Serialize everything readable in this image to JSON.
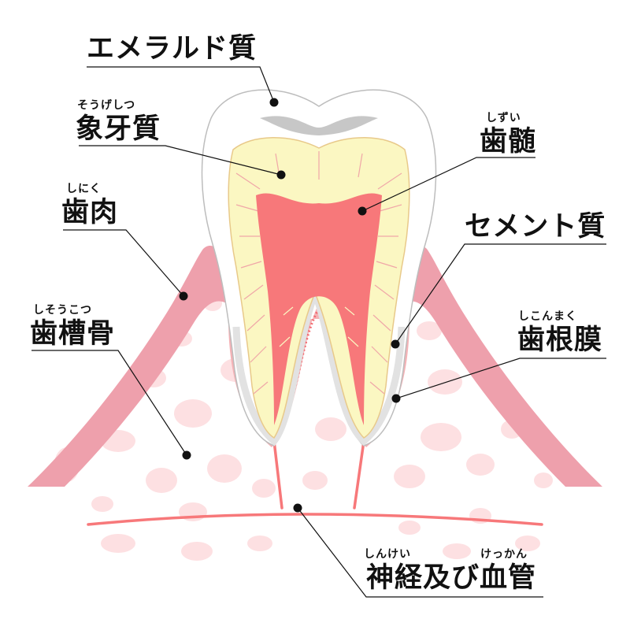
{
  "labels": {
    "enamel": {
      "text": "エメラルド質"
    },
    "dentin": {
      "ruby": "そうげしつ",
      "text": "象牙質"
    },
    "pulp": {
      "ruby": "しずい",
      "text": "歯髄"
    },
    "gingiva": {
      "ruby": "しにく",
      "text": "歯肉"
    },
    "cementum": {
      "text": "セメント質"
    },
    "alveolar_bone": {
      "ruby": "しそうこつ",
      "text": "歯槽骨"
    },
    "periodontal_ligament": {
      "ruby": "しこんまく",
      "text": "歯根膜"
    },
    "nerves_vessels": {
      "ruby_left": "しんけい",
      "ruby_right": "けっかん",
      "text": "神経及び血管"
    }
  },
  "colors": {
    "gum": "#eea0ac",
    "bone_spots": "#fde0e2",
    "enamel_fill": "#ffffff",
    "enamel_outline": "#bdbdbd",
    "dentin_fill": "#fbf7c2",
    "pulp_fill": "#f7787a",
    "nerve_line": "#f7787a",
    "leader_line": "#111111"
  }
}
